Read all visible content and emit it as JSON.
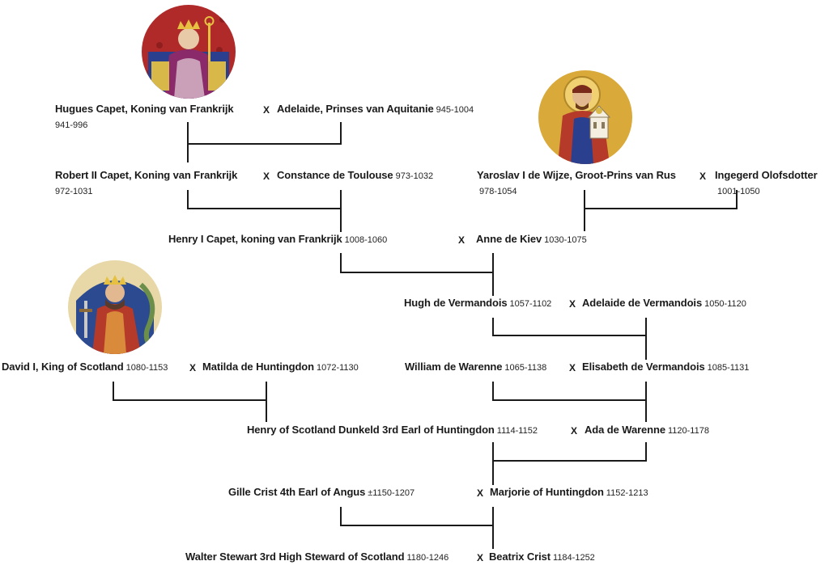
{
  "marriage_symbol": "X",
  "people": {
    "hugues_capet": {
      "name": "Hugues Capet, Koning van Frankrijk",
      "dates": "941-996"
    },
    "adelaide_aquitanie": {
      "name": "Adelaide, Prinses van Aquitanie",
      "dates": "945-1004"
    },
    "robert_ii": {
      "name": "Robert II Capet, Koning van Frankrijk",
      "dates": "972-1031"
    },
    "constance_toulouse": {
      "name": "Constance de Toulouse",
      "dates": "973-1032"
    },
    "yaroslav": {
      "name": "Yaroslav I de Wijze, Groot-Prins van Rus",
      "dates": "978-1054"
    },
    "ingegerd": {
      "name": "Ingegerd Olofsdotter",
      "dates": "1001-1050"
    },
    "henry_i": {
      "name": "Henry I Capet, koning van Frankrijk",
      "dates": "1008-1060"
    },
    "anne_kiev": {
      "name": "Anne de Kiev",
      "dates": "1030-1075"
    },
    "hugh_vermandois": {
      "name": "Hugh de Vermandois",
      "dates": "1057-1102"
    },
    "adelaide_vermandois": {
      "name": "Adelaide de Vermandois",
      "dates": "1050-1120"
    },
    "david_i": {
      "name": "David I, King of Scotland",
      "dates": "1080-1153"
    },
    "matilda": {
      "name": "Matilda de Huntingdon",
      "dates": "1072-1130"
    },
    "william_warenne": {
      "name": "William de Warenne",
      "dates": "1065-1138"
    },
    "elisabeth_vermandois": {
      "name": "Elisabeth de Vermandois",
      "dates": "1085-1131"
    },
    "henry_scotland": {
      "name": "Henry of Scotland Dunkeld 3rd Earl of Huntingdon",
      "dates": "1114-1152"
    },
    "ada_warenne": {
      "name": "Ada de Warenne",
      "dates": "1120-1178"
    },
    "gille_crist": {
      "name": "Gille Crist 4th Earl of Angus",
      "dates": "±1150-1207"
    },
    "marjorie": {
      "name": "Marjorie of Huntingdon",
      "dates": "1152-1213"
    },
    "walter_stewart": {
      "name": "Walter Stewart 3rd High Steward of Scotland",
      "dates": "1180-1246"
    },
    "beatrix": {
      "name": "Beatrix Crist",
      "dates": "1184-1252"
    }
  },
  "portraits": [
    {
      "subject": "hugues-capet",
      "icon": "crowned-king-portrait",
      "palette": [
        "#b02a2a",
        "#2b3f8f",
        "#e8c9a8"
      ]
    },
    {
      "subject": "yaroslav",
      "icon": "icon-saint-portrait",
      "palette": [
        "#d9a93a",
        "#b53a2a",
        "#f0d9a0"
      ]
    },
    {
      "subject": "david-i",
      "icon": "seated-king-portrait",
      "palette": [
        "#2b4a8f",
        "#b53a2a",
        "#6b8f4a"
      ]
    }
  ]
}
